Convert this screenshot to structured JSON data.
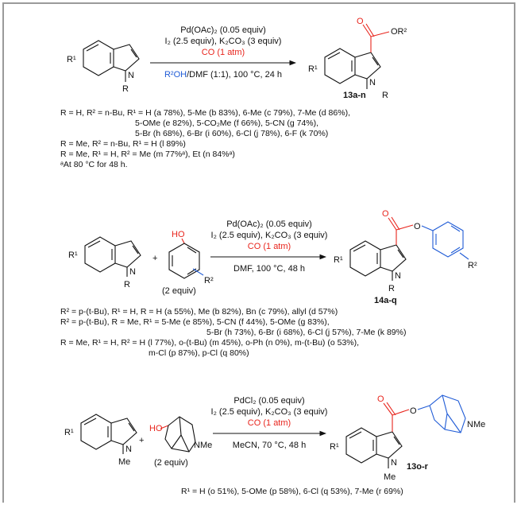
{
  "scheme1": {
    "cond1": "Pd(OAc)₂ (0.05 equiv)",
    "cond2": "I₂ (2.5 equiv), K₂CO₃ (3 equiv)",
    "cond3": "CO (1 atm)",
    "cond4a": "R²OH",
    "cond4b": "/DMF (1:1), 100 °C, 24 h",
    "sm_r1": "R¹",
    "sm_n": "N",
    "sm_r": "R",
    "prod_o1": "O",
    "prod_o2": "OR²",
    "prod_r1": "R¹",
    "prod_n": "N",
    "prod_r": "R",
    "label": "13a-n",
    "lines": [
      "R = H, R² = n-Bu, R¹ = H (a 78%), 5-Me (b 83%), 6-Me (c 79%), 7-Me (d 86%),",
      "5-OMe (e 82%), 5-CO₂Me (f 66%), 5-CN (g 74%),",
      "5-Br (h 68%), 6-Br (i 60%), 6-Cl (j 78%), 6-F (k 70%)",
      "R = Me, R² = n-Bu, R¹ = H (l 89%)",
      "R = Me, R¹ = H, R² = Me (m 77%ᵃ), Et (n 84%ᵃ)",
      "ᵃAt 80 °C for 48 h."
    ]
  },
  "scheme2": {
    "cond1": "Pd(OAc)₂ (0.05 equiv)",
    "cond2": "I₂ (2.5 equiv), K₂CO₃ (3 equiv)",
    "cond3": "CO (1 atm)",
    "cond4": "DMF, 100 °C, 48 h",
    "sm_r1": "R¹",
    "sm_n": "N",
    "sm_r": "R",
    "plus": "+",
    "phenol_ho": "HO",
    "phenol_r2": "R²",
    "equiv": "(2 equiv)",
    "prod_o1": "O",
    "prod_o2": "O",
    "prod_r1": "R¹",
    "prod_n": "N",
    "prod_r": "R",
    "prod_r2": "R²",
    "label": "14a-q",
    "lines": [
      "R² = p-(t-Bu), R¹ = H, R = H (a 55%), Me (b 82%), Bn (c 79%), allyl (d 57%)",
      "R² = p-(t-Bu), R = Me, R¹ = 5-Me (e 85%), 5-CN (f 44%), 5-OMe (g 83%),",
      "5-Br (h 73%), 6-Br (i 68%), 6-Cl (j 57%), 7-Me (k 89%)",
      "R = Me, R¹ = H, R² = H (l 77%), o-(t-Bu) (m 45%), o-Ph (n 0%), m-(t-Bu) (o 53%),",
      "m-Cl (p 87%), p-Cl (q 80%)"
    ]
  },
  "scheme3": {
    "cond1": "PdCl₂ (0.05 equiv)",
    "cond2": "I₂ (2.5 equiv), K₂CO₃ (3 equiv)",
    "cond3": "CO (1 atm)",
    "cond4": "MeCN, 70 °C, 48 h",
    "sm_r1": "R¹",
    "sm_n": "N",
    "sm_me": "Me",
    "plus": "+",
    "tropine_ho": "HO",
    "tropine_nme": "NMe",
    "equiv": "(2 equiv)",
    "prod_o1": "O",
    "prod_o2": "O",
    "prod_nme": "NMe",
    "prod_r1": "R¹",
    "prod_n": "N",
    "prod_me": "Me",
    "label": "13o-r",
    "lines": [
      "R¹ = H (o 51%), 5-OMe (p 58%), 6-Cl (q 53%), 7-Me (r 69%)"
    ]
  }
}
